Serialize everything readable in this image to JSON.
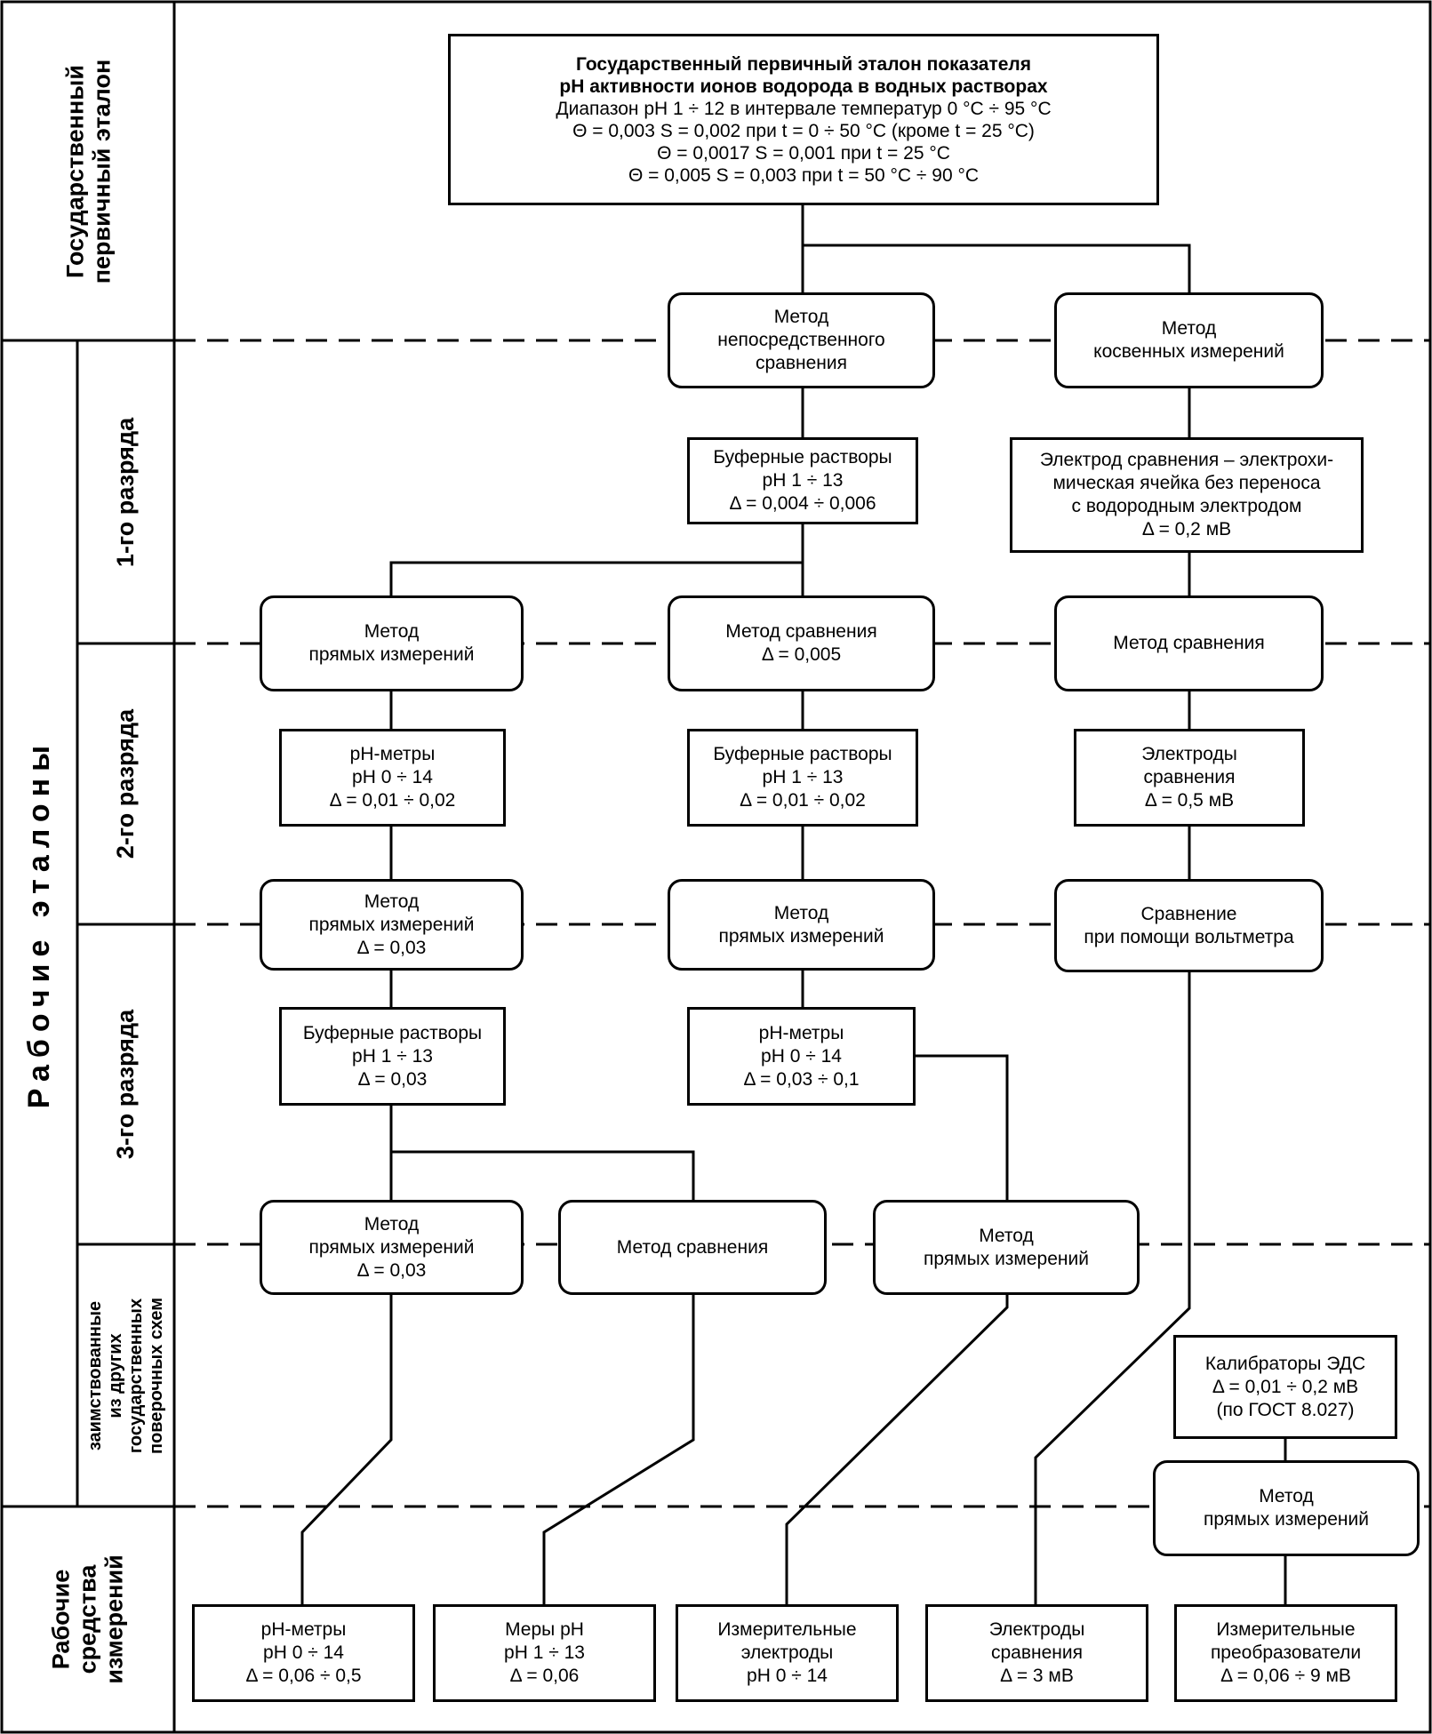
{
  "side_labels": {
    "state_primary": [
      "Государственный",
      "первичный эталон"
    ],
    "working_standards": [
      "Рабочие эталоны"
    ],
    "rank1": [
      "1-го разряда"
    ],
    "rank2": [
      "2-го разряда"
    ],
    "rank3": [
      "3-го разряда"
    ],
    "borrowed": [
      "заимствованные",
      "из других",
      "государственных",
      "поверочных схем"
    ],
    "working_instruments": [
      "Рабочие",
      "средства",
      "измерений"
    ]
  },
  "boxes": {
    "primary_standard": {
      "bold_lines": [
        "Государственный первичный эталон показателя",
        "pH активности ионов водорода в водных растворах"
      ],
      "lines": [
        "Диапазон pH 1 ÷ 12 в интервале температур 0 °C ÷ 95 °C",
        "Θ = 0,003  S = 0,002 при t = 0 ÷ 50 °C (кроме t = 25 °C)",
        "Θ = 0,0017  S = 0,001 при t = 25 °C",
        "Θ = 0,005  S = 0,003 при t = 50 °C ÷ 90 °C"
      ]
    },
    "m_direct_compare": [
      "Метод",
      "непосредственного",
      "сравнения"
    ],
    "m_indirect": [
      "Метод",
      "косвенных измерений"
    ],
    "buffer_r1": [
      "Буферные растворы",
      "pH 1 ÷ 13",
      "Δ = 0,004 ÷ 0,006"
    ],
    "ref_electrode_r1": [
      "Электрод сравнения – электрохи-",
      "мическая ячейка без переноса",
      "с водородным электродом",
      "Δ = 0,2 мВ"
    ],
    "m_direct_a": [
      "Метод",
      "прямых измерений"
    ],
    "m_compare_b": [
      "Метод сравнения",
      "Δ = 0,005"
    ],
    "m_compare_c": [
      "Метод сравнения"
    ],
    "phmeter_r2": [
      "pH-метры",
      "pH 0 ÷ 14",
      "Δ = 0,01 ÷ 0,02"
    ],
    "buffer_r2": [
      "Буферные растворы",
      "pH 1 ÷ 13",
      "Δ = 0,01 ÷ 0,02"
    ],
    "electrodes_r2": [
      "Электроды",
      "сравнения",
      "Δ = 0,5 мВ"
    ],
    "m_direct_d": [
      "Метод",
      "прямых измерений",
      "Δ = 0,03"
    ],
    "m_direct_e": [
      "Метод",
      "прямых измерений"
    ],
    "m_voltmeter": [
      "Сравнение",
      "при помощи вольтметра"
    ],
    "buffer_r3": [
      "Буферные растворы",
      "pH 1 ÷ 13",
      "Δ = 0,03"
    ],
    "phmeter_r3": [
      "pH-метры",
      "pH 0 ÷ 14",
      "Δ = 0,03 ÷ 0,1"
    ],
    "m_direct_f": [
      "Метод",
      "прямых измерений",
      "Δ = 0,03"
    ],
    "m_compare_g": [
      "Метод сравнения"
    ],
    "m_direct_h": [
      "Метод",
      "прямых измерений"
    ],
    "calibrators": [
      "Калибраторы ЭДС",
      "Δ = 0,01 ÷ 0,2 мВ",
      "(по ГОСТ 8.027)"
    ],
    "m_direct_i": [
      "Метод",
      "прямых измерений"
    ],
    "wi_phmeters": [
      "pH-метры",
      "pH 0 ÷ 14",
      "Δ = 0,06 ÷ 0,5"
    ],
    "wi_measures": [
      "Меры pH",
      "pH 1 ÷ 13",
      "Δ = 0,06"
    ],
    "wi_meas_electrodes": [
      "Измерительные",
      "электроды",
      "pH 0 ÷ 14"
    ],
    "wi_ref_electrodes": [
      "Электроды",
      "сравнения",
      "Δ = 3 мВ"
    ],
    "wi_converters": [
      "Измерительные",
      "преобразователи",
      "Δ = 0,06 ÷ 9  мВ"
    ]
  }
}
